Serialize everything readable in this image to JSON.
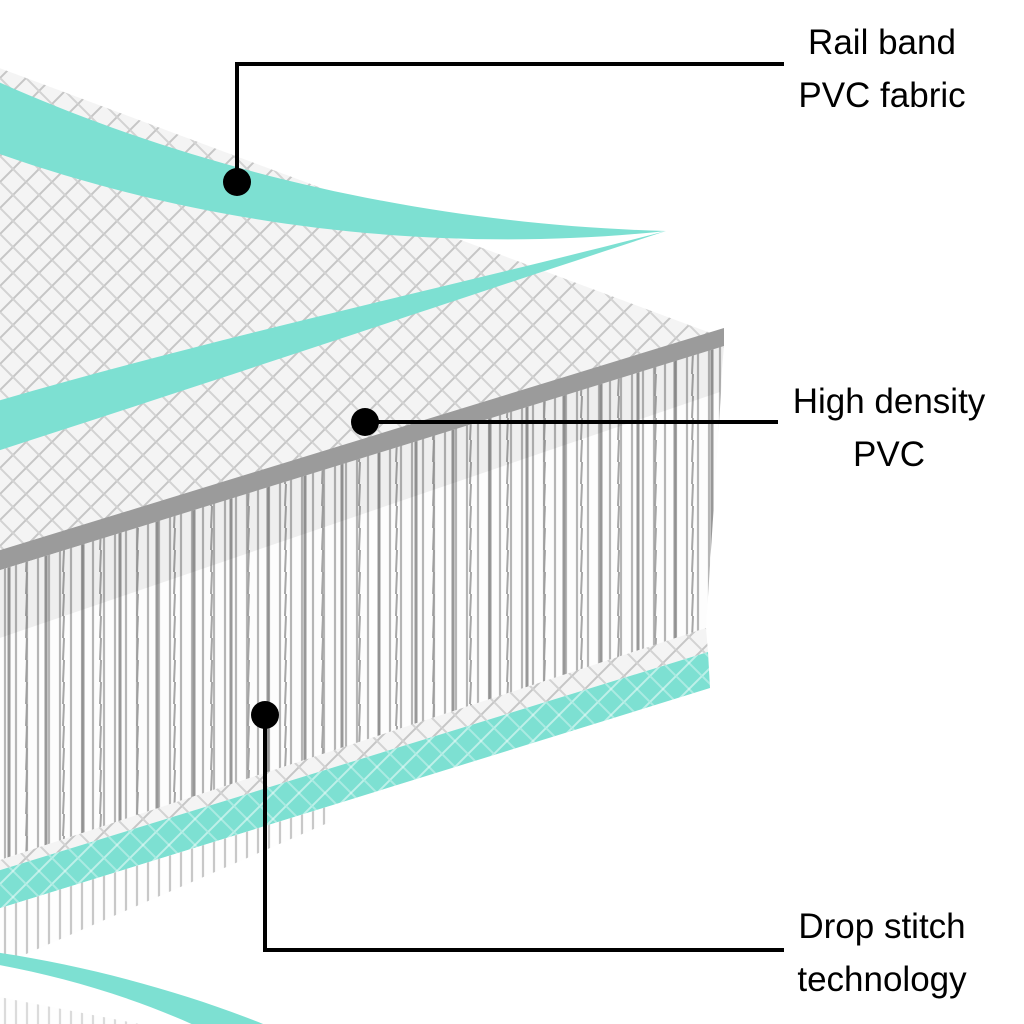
{
  "callouts": [
    {
      "line1": "Rail band",
      "line2": "PVC fabric"
    },
    {
      "line1": "High density",
      "line2": "PVC"
    },
    {
      "line1": "Drop stitch",
      "line2": "technology"
    }
  ],
  "colors": {
    "teal": "#7de0d2",
    "edge_gray": "#9b9b9b",
    "callout": "#000000",
    "background": "#ffffff"
  }
}
